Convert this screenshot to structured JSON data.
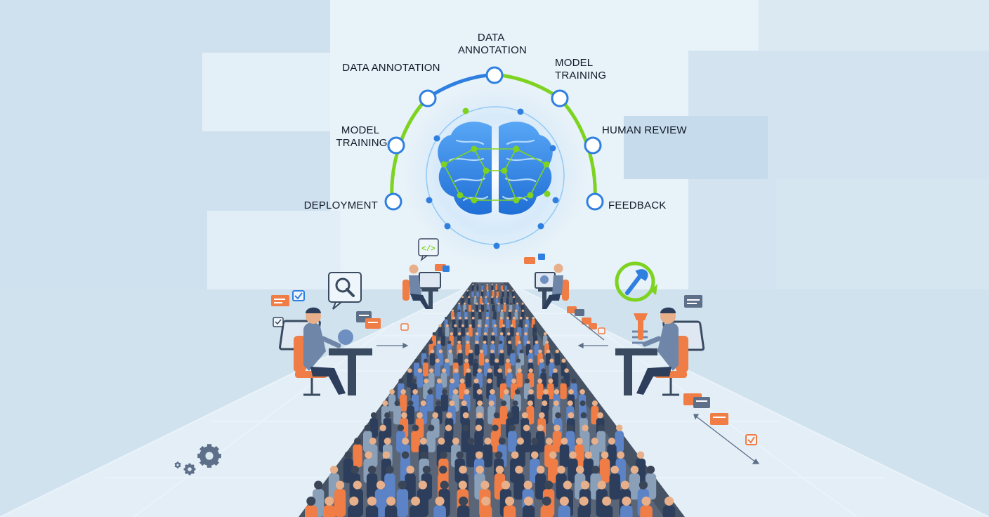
{
  "diagram": {
    "stages": [
      {
        "id": "deployment",
        "label_lines": [
          "DEPLOYMENT"
        ]
      },
      {
        "id": "model-training-left",
        "label_lines": [
          "MODEL",
          "TRAINING"
        ]
      },
      {
        "id": "data-annotation-left",
        "label_lines": [
          "DATA ANNOTATION"
        ]
      },
      {
        "id": "data-annotation-top",
        "label_lines": [
          "DATA",
          "ANNOTATION"
        ]
      },
      {
        "id": "model-training-right",
        "label_lines": [
          "MODEL",
          "TRAINING"
        ]
      },
      {
        "id": "human-review",
        "label_lines": [
          "HUMAN REVIEW"
        ]
      },
      {
        "id": "feedback",
        "label_lines": [
          "FEEDBACK"
        ]
      }
    ]
  },
  "colors": {
    "background": "#dceaf4",
    "arc_green": "#7ed321",
    "arc_blue": "#2f7fe0",
    "node_ring": "#2f7fe0",
    "brain": "#3d8fe8",
    "crowd_orange": "#ef7d45",
    "crowd_navy": "#2c3e5c",
    "crowd_blue": "#5b83c6",
    "crowd_skin": "#e8b08a",
    "road": "#4a5566"
  },
  "icons": {
    "central": "brain-network-icon",
    "search": "magnifier-icon",
    "settings": "gear-icon",
    "repair": "wrench-cycle-icon",
    "code": "code-bracket-icon"
  }
}
